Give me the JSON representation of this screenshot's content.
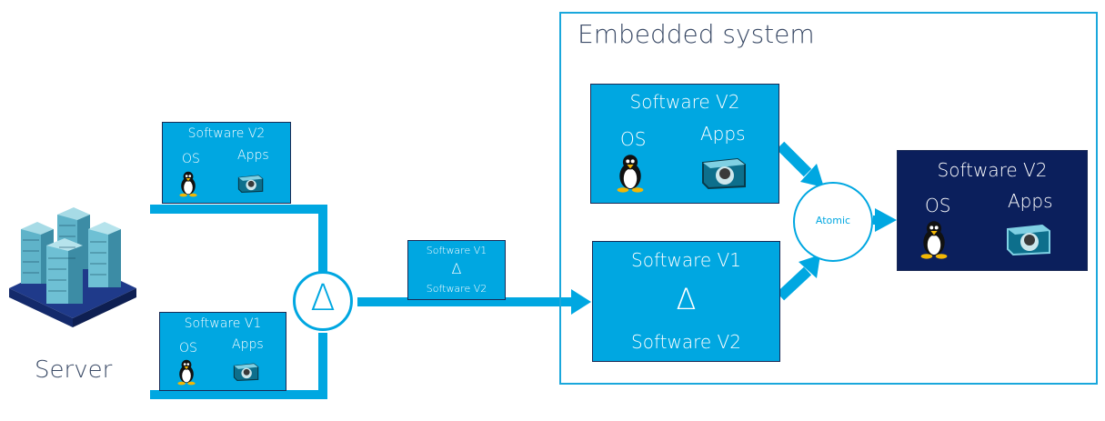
{
  "server": {
    "label": "Server"
  },
  "embedded": {
    "label": "Embedded system"
  },
  "boxes": {
    "server_v2": {
      "title": "Software V2",
      "os": "OS",
      "apps": "Apps"
    },
    "server_v1": {
      "title": "Software V1",
      "os": "OS",
      "apps": "Apps"
    },
    "delta_small": {
      "from": "Software V1",
      "symbol": "Δ",
      "to": "Software V2"
    },
    "embedded_v2": {
      "title": "Software V2",
      "os": "OS",
      "apps": "Apps"
    },
    "embedded_delta": {
      "from": "Software V1",
      "symbol": "Δ",
      "to": "Software V2"
    },
    "result_v2": {
      "title": "Software V2",
      "os": "OS",
      "apps": "Apps"
    }
  },
  "delta_node": {
    "symbol": "Δ"
  },
  "atomic_node": {
    "label": "Atomic"
  },
  "icons": [
    "server-rack-icon",
    "penguin-icon",
    "apps-icon"
  ],
  "colors": {
    "primary": "#00a7e1",
    "dark": "#0b1f5c",
    "border": "#1a2a55",
    "text": "#ffffff",
    "label": "#3a4a66"
  }
}
